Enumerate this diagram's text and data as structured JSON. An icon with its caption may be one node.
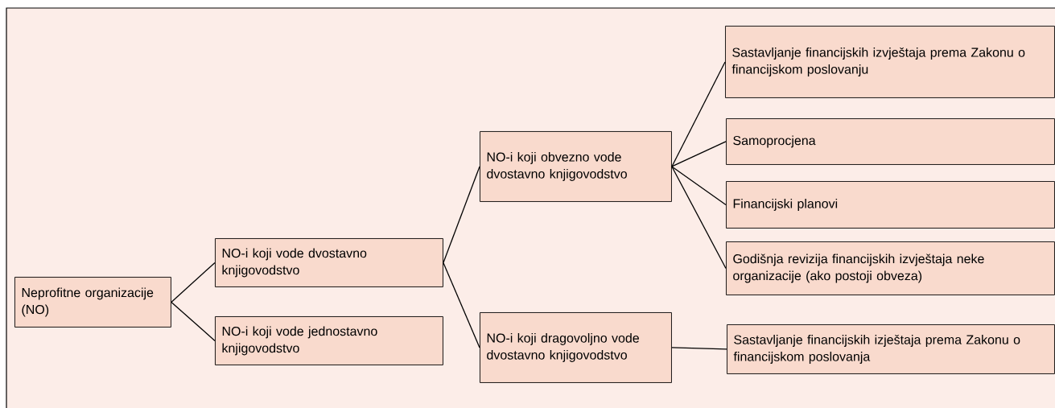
{
  "diagram": {
    "nodes": [
      {
        "text": [
          "Neprofitne organizacije (NO)"
        ]
      },
      {
        "text": [
          "NO-i koji vode dvostavno knjigovodstvo"
        ]
      },
      {
        "text": [
          "NO-i koji vode jednostavno knjigovodstvo"
        ]
      },
      {
        "text": [
          "NO-i koji obvezno vode dvostavno knjigovodstvo"
        ]
      },
      {
        "text": [
          "NO-i koji dragovoljno vode dvostavno knjigovodstvo"
        ]
      },
      {
        "text": [
          "Sastavljanje financijskih izvještaja prema Zakonu o financijskom poslovanju"
        ]
      },
      {
        "text": [
          "Samoprocjena"
        ]
      },
      {
        "text": [
          "Financijski planovi"
        ]
      },
      {
        "text": [
          "Godišnja revizija financijskih izvještaja neke organizacije (ako postoji obveza)"
        ]
      },
      {
        "text": [
          "Sastavljanje financijskih izještaja prema Zakonu o financijskom poslovanja"
        ]
      }
    ],
    "edges": [
      {
        "from": 0,
        "to": 1,
        "arrow": "none"
      },
      {
        "from": 0,
        "to": 2,
        "arrow": "none"
      },
      {
        "from": 1,
        "to": 3,
        "arrow": "none"
      },
      {
        "from": 1,
        "to": 4,
        "arrow": "none"
      },
      {
        "from": 3,
        "to": 5,
        "arrow": "none"
      },
      {
        "from": 3,
        "to": 6,
        "arrow": "none"
      },
      {
        "from": 3,
        "to": 7,
        "arrow": "none"
      },
      {
        "from": 3,
        "to": 8,
        "arrow": "none"
      },
      {
        "from": 4,
        "to": 9,
        "arrow": "none"
      }
    ]
  }
}
